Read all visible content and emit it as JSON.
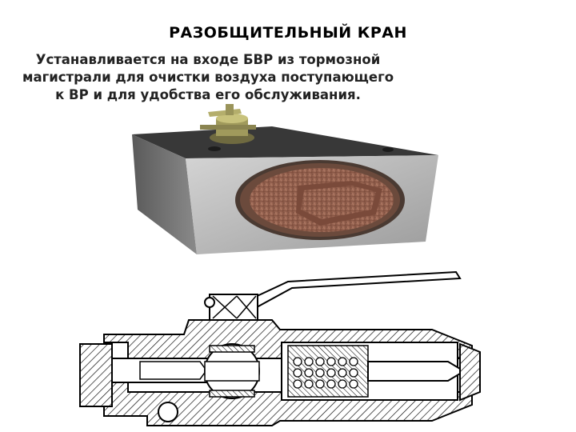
{
  "slide": {
    "title": "РАЗОБЩИТЕЛЬНЫЙ  КРАН",
    "description_lines": [
      "Устанавливается на входе БВР из тормозной",
      "магистрали для очистки воздуха поступающего",
      "к ВР и для удобства его обслуживания."
    ]
  },
  "colors": {
    "text": "#000000",
    "block_side": "#b9b9b9",
    "block_top": "#3a3a3a",
    "gasket": "#6b4a3c",
    "plug": "#9a6452",
    "hatch": "#000000"
  }
}
